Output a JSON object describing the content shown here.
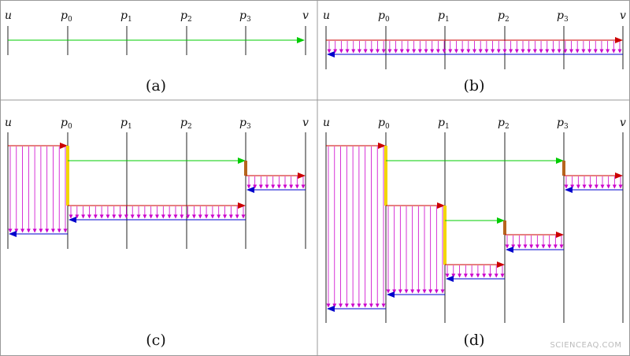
{
  "panels": [
    {
      "id": "a",
      "caption": "(a)"
    },
    {
      "id": "b",
      "caption": "(b)"
    },
    {
      "id": "c",
      "caption": "(c)"
    },
    {
      "id": "d",
      "caption": "(d)"
    }
  ],
  "vertex_labels": {
    "u": "u",
    "v": "v",
    "p": "p",
    "subs": [
      "0",
      "1",
      "2",
      "3"
    ]
  },
  "colors": {
    "forward_arrow": "#cc0000",
    "back_arrow": "#0000cc",
    "shortcut_arrow": "#00cc00",
    "drop_arrows": "#cc00cc",
    "yellow_segment": "#f2d600",
    "brown_segment": "#b5651d",
    "axis_lines": "#222222",
    "border": "#999999"
  },
  "watermark": "SCIENCEAQ.COM"
}
